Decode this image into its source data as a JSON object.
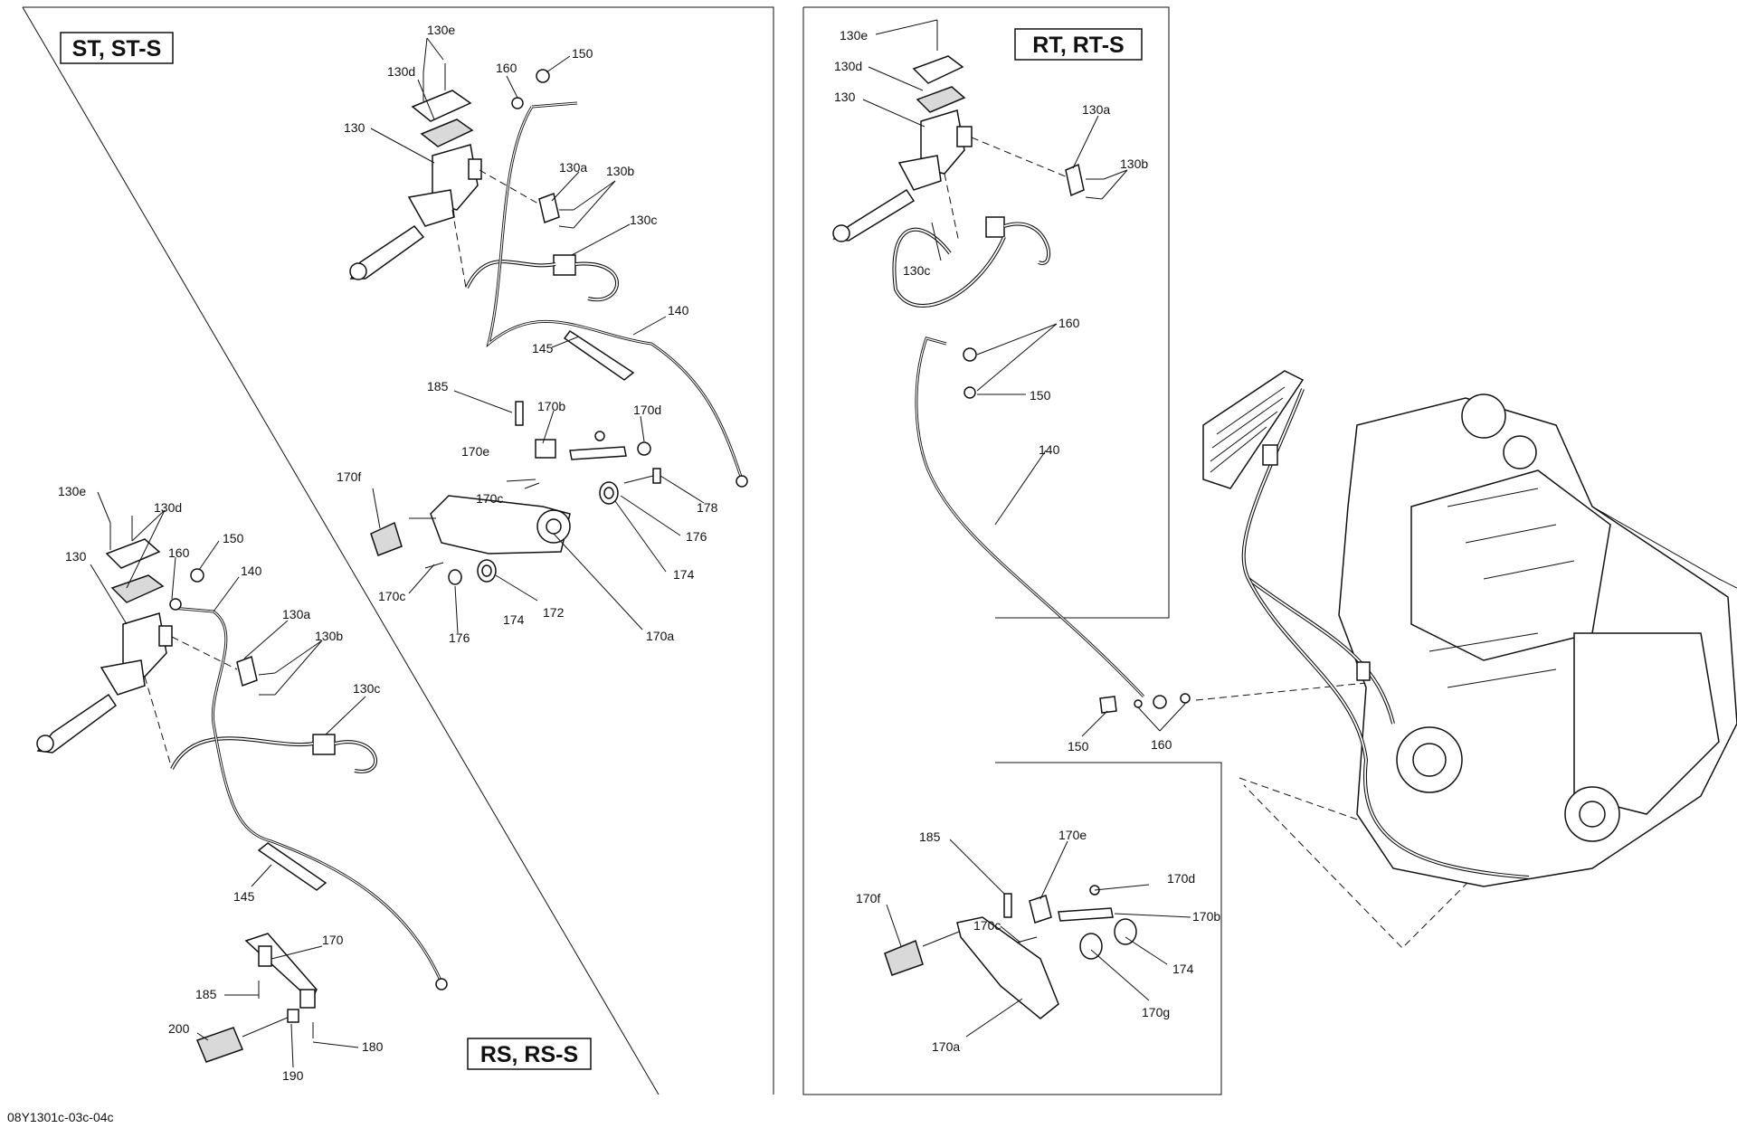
{
  "variant_labels": {
    "top_left": "ST, ST-S",
    "bottom_left": "RS, RS-S",
    "top_right": "RT, RT-S"
  },
  "document_id": "08Y1301c-03c-04c",
  "callouts": {
    "st": [
      "130e",
      "130d",
      "160",
      "150",
      "130",
      "130a",
      "130b",
      "130c",
      "140",
      "145",
      "185",
      "170b",
      "170d",
      "170e",
      "170f",
      "170c",
      "178",
      "176",
      "174",
      "172",
      "170c",
      "176",
      "174",
      "170a"
    ],
    "rs": [
      "130e",
      "130d",
      "130",
      "160",
      "150",
      "140",
      "130a",
      "130b",
      "130c",
      "145",
      "170",
      "185",
      "200",
      "180",
      "190"
    ],
    "rt": [
      "130e",
      "130d",
      "130",
      "130a",
      "130b",
      "130c",
      "160",
      "150",
      "140",
      "150",
      "160",
      "185",
      "170e",
      "170d",
      "170b",
      "170f",
      "170c",
      "174",
      "170g",
      "170a"
    ]
  }
}
